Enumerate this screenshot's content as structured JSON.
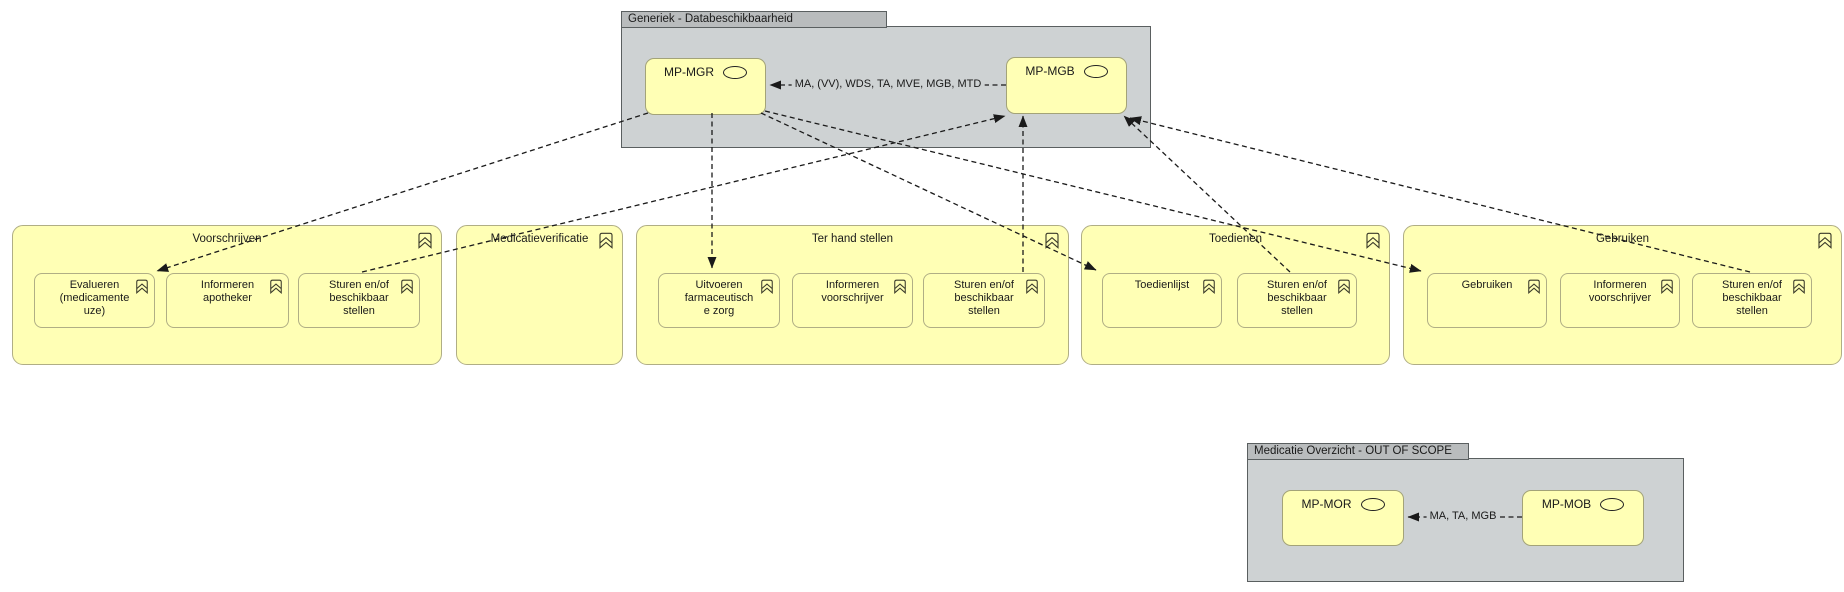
{
  "groups": {
    "generiek": {
      "tab": "Generiek - Databeschikbaarheid",
      "components": {
        "mgr": "MP-MGR",
        "mgb": "MP-MGB"
      },
      "connection_label": "MA, (VV), WDS, TA, MVE, MGB, MTD"
    },
    "overzicht": {
      "tab": "Medicatie Overzicht - OUT OF SCOPE",
      "components": {
        "mor": "MP-MOR",
        "mob": "MP-MOB"
      },
      "connection_label": "MA, TA, MGB"
    }
  },
  "processes": {
    "voorschrijven": {
      "label": "Voorschrijven",
      "children": {
        "evalueren": "Evalueren\n(medicamente\nuze)",
        "informeren_apotheker": "Informeren\napotheker",
        "sturen": "Sturen en/of\nbeschikbaar\nstellen"
      }
    },
    "medicatieverificatie": {
      "label": "Medicatieverificatie"
    },
    "ter_hand_stellen": {
      "label": "Ter hand stellen",
      "children": {
        "uitvoeren": "Uitvoeren\nfarmaceutisch\ne zorg",
        "informeren_voorschrijver": "Informeren\nvoorschrijver",
        "sturen": "Sturen en/of\nbeschikbaar\nstellen"
      }
    },
    "toedienen": {
      "label": "Toedienen",
      "children": {
        "toedienlijst": "Toedienlijst",
        "sturen": "Sturen en/of\nbeschikbaar\nstellen"
      }
    },
    "gebruiken": {
      "label": "Gebruiken",
      "children": {
        "gebruiken": "Gebruiken",
        "informeren_voorschrijver": "Informeren\nvoorschrijver",
        "sturen": "Sturen en/of\nbeschikbaar\nstellen"
      }
    }
  },
  "connections": [
    {
      "from": "MP-MGB",
      "to": "MP-MGR",
      "label": "MA, (VV), WDS, TA, MVE, MGB, MTD"
    },
    {
      "from": "MP-MGR",
      "to": "Evalueren (medicamenteuze) [Voorschrijven]"
    },
    {
      "from": "MP-MGR",
      "to": "Uitvoeren farmaceutische zorg [Ter hand stellen]"
    },
    {
      "from": "MP-MGR",
      "to": "Toedienlijst [Toedienen]"
    },
    {
      "from": "MP-MGR",
      "to": "Gebruiken [Gebruiken]"
    },
    {
      "from": "Sturen en/of beschikbaar stellen [Voorschrijven]",
      "to": "MP-MGB"
    },
    {
      "from": "Sturen en/of beschikbaar stellen [Ter hand stellen]",
      "to": "MP-MGB"
    },
    {
      "from": "Sturen en/of beschikbaar stellen [Toedienen]",
      "to": "MP-MGB"
    },
    {
      "from": "Sturen en/of beschikbaar stellen [Gebruiken]",
      "to": "MP-MGB"
    },
    {
      "from": "MP-MOB",
      "to": "MP-MOR",
      "label": "MA, TA, MGB"
    }
  ],
  "colors": {
    "element_fill": "#ffffb5",
    "element_border": "#b0ae85",
    "group_fill": "#ced2d3",
    "group_tab_fill": "#b9bcbd",
    "group_border": "#5a5f60",
    "line": "#1a1a1a"
  }
}
